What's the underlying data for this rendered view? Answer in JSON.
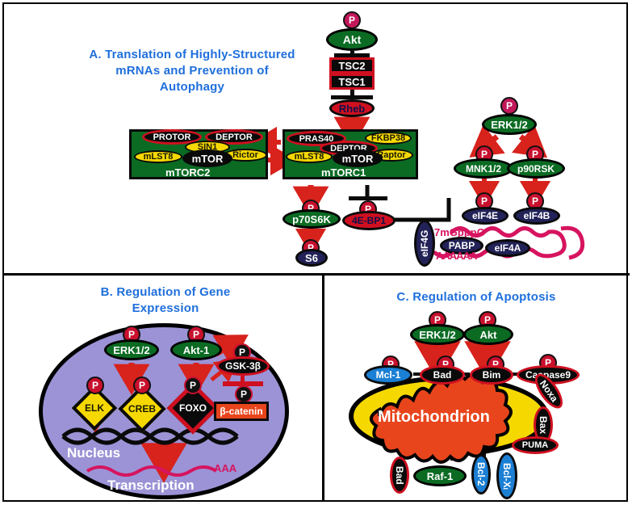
{
  "figure": {
    "panels": [
      {
        "id": "A",
        "title": "A. Translation of Highly-Structured mRNAs and Prevention of Autophagy",
        "title_lines": [
          "A. Translation of Highly-Structured",
          "mRNAs and Prevention of",
          "Autophagy"
        ]
      },
      {
        "id": "B",
        "title": "B. Regulation of Gene Expression",
        "title_lines": [
          "B. Regulation of Gene",
          "Expression"
        ]
      },
      {
        "id": "C",
        "title": "C. Regulation of Apoptosis",
        "title_lines": [
          "C. Regulation of Apoptosis"
        ]
      }
    ]
  },
  "panelA": {
    "nodes": {
      "akt": "Akt",
      "tsc2": "TSC2",
      "tsc1": "TSC1",
      "rheb": "Rheb",
      "p70s6k": "p70S6K",
      "s6": "S6",
      "fourebp1": "4E-BP1",
      "erk": "ERK1/2",
      "mnk": "MNK1/2",
      "p90rsk": "p90RSK",
      "eif4e": "eIF4E",
      "eif4b": "eIF4B",
      "eif4g": "eIF4G",
      "eif4a": "eIF4A",
      "pabp": "PABP"
    },
    "mtorc2": {
      "label": "mTORC2",
      "components": [
        "PROTOR",
        "DEPTOR",
        "SIN1",
        "Rictor",
        "mLST8",
        "mTOR"
      ]
    },
    "mtorc1": {
      "label": "mTORC1",
      "components": [
        "PRAS40",
        "FKBP38",
        "DEPTOR",
        "Raptor",
        "mLST8",
        "mTOR"
      ]
    },
    "mrna": {
      "cap": "7mGpppG",
      "polyA": "AAAAAA"
    },
    "phospho_label": "P"
  },
  "panelB": {
    "nodes": {
      "erk": "ERK1/2",
      "akt1": "Akt-1",
      "gsk3b": "GSK-3β",
      "elk": "ELK",
      "creb": "CREB",
      "foxo": "FOXO",
      "bcatenin": "β-catenin"
    },
    "labels": {
      "nucleus": "Nucleus",
      "transcription": "Transcription",
      "polyA": "AAA"
    },
    "phospho_label": "P"
  },
  "panelC": {
    "nodes": {
      "erk": "ERK1/2",
      "akt": "Akt",
      "mcl1": "Mcl-1",
      "bad": "Bad",
      "bim": "Bim",
      "caspase9": "Caspase9",
      "noxa": "Noxa",
      "bax": "Bax",
      "puma": "PUMA",
      "bad2": "Bad",
      "raf1": "Raf-1",
      "bcl2": "Bcl-2",
      "bclxl": "Bcl-Xₗ"
    },
    "labels": {
      "mitochondrion": "Mitochondrion"
    },
    "phospho_label": "P"
  },
  "colors": {
    "title_blue": "#1f6fdc",
    "kinase_green": "#0b6b23",
    "phospho_red": "#c8102e",
    "complex_green": "#0b6b23",
    "nucleus_purple": "#9b93d6",
    "mito_yellow": "#f5d800",
    "mito_orange": "#e8451c",
    "mrna_pink": "#d6145f",
    "inhibit_red": "#cf1020",
    "navy": "#222258",
    "blue": "#1b7fd4"
  }
}
